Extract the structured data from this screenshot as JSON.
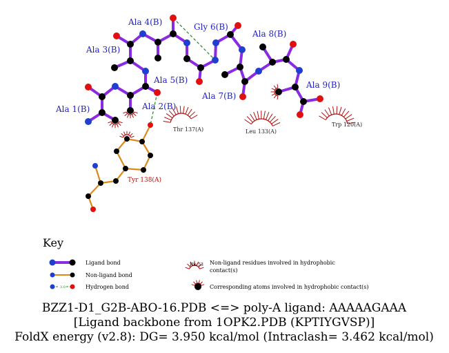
{
  "colors": {
    "ligand_bond": "#8a2be2",
    "nonligand_bond": "#d98a1a",
    "hbond": "#1a8a1a",
    "hydrophobic": "#b01010",
    "carbon": "#000000",
    "nitrogen": "#1f3fd0",
    "oxygen": "#e01010",
    "ligand_label": "#1f1fbf"
  },
  "residue_labels": [
    "Ala 1(B)",
    "Ala 2(B)",
    "Ala 3(B)",
    "Ala 4(B)",
    "Ala 5(B)",
    "Gly 6(B)",
    "Ala 7(B)",
    "Ala 8(B)",
    "Ala 9(B)"
  ],
  "contact_residues": [
    "Thr 137(A)",
    "Leu 133(A)",
    "Trp 120(A)"
  ],
  "hbond_residue": "Tyr 138(A)",
  "key": {
    "title": "Key",
    "ligand_bond": "Ligand bond",
    "nonligand_bond": "Non-ligand bond",
    "hydrogen_bond": "Hydrogen bond",
    "hbond_distance": "3.0",
    "sample_residue": "His 53",
    "nonligand_hydrophobic_line1": "Non-ligand residues involved in hydrophobic",
    "nonligand_hydrophobic_line2": "contact(s)",
    "corresponding_atoms": "Corresponding atoms involved in hydrophobic contact(s)"
  },
  "caption": {
    "line1": "BZZ1-D1_G2B-ABO-16.PDB <=> poly-A ligand: AAAAAGAAA",
    "line2": "[Ligand backbone from 1OPK2.PDB (KPTIYGVSP)]",
    "line3": "FoldX energy (v2.8): DG= 3.950 kcal/mol (Intraclash= 3.462 kcal/mol)"
  }
}
